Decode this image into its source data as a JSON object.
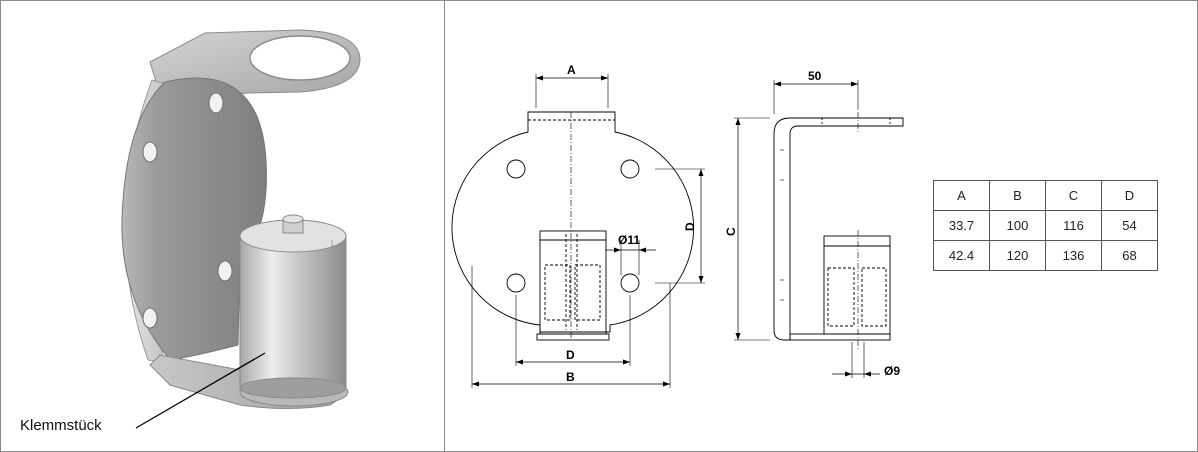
{
  "callout": {
    "label": "Klemmstück"
  },
  "front_view": {
    "dim_A": "A",
    "dim_D_vertical": "D",
    "dim_hole": "Ø11",
    "dim_D_horizontal": "D",
    "dim_B": "B"
  },
  "side_view": {
    "dim_50": "50",
    "dim_C": "C",
    "dim_bolt": "Ø9"
  },
  "dimension_table": {
    "headers": [
      "A",
      "B",
      "C",
      "D"
    ],
    "rows": [
      [
        "33.7",
        "100",
        "116",
        "54"
      ],
      [
        "42.4",
        "120",
        "136",
        "68"
      ]
    ]
  }
}
